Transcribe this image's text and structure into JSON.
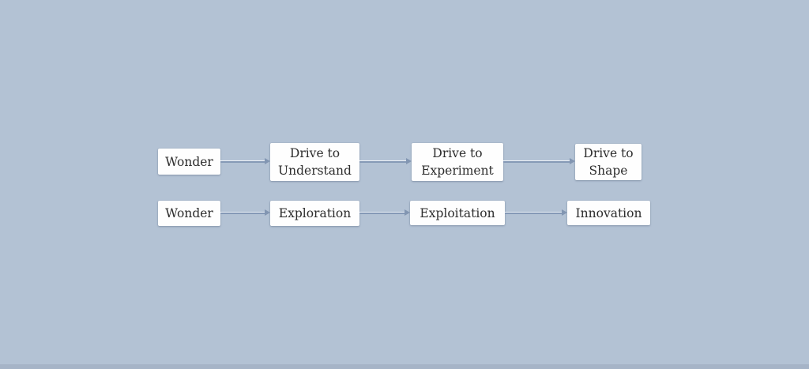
{
  "colors": {
    "background": "#b3c2d4",
    "node_fill": "#fefefe",
    "node_text": "#2d2d2d",
    "arrow_line": "#8599b6",
    "arrow_head": "#8296b2",
    "bottom_strip": "#a6b4c7"
  },
  "diagram": {
    "type": "flowchart",
    "rows": [
      {
        "nodes": [
          {
            "label": "Wonder"
          },
          {
            "label": "Drive to Understand"
          },
          {
            "label": "Drive to Experiment"
          },
          {
            "label": "Drive to Shape"
          }
        ]
      },
      {
        "nodes": [
          {
            "label": "Wonder"
          },
          {
            "label": "Exploration"
          },
          {
            "label": "Exploitation"
          },
          {
            "label": "Innovation"
          }
        ]
      }
    ],
    "edges": [
      {
        "row": 1,
        "from": "Wonder",
        "to": "Drive to Understand"
      },
      {
        "row": 1,
        "from": "Drive to Understand",
        "to": "Drive to Experiment"
      },
      {
        "row": 1,
        "from": "Drive to Experiment",
        "to": "Drive to Shape"
      },
      {
        "row": 2,
        "from": "Wonder",
        "to": "Exploration"
      },
      {
        "row": 2,
        "from": "Exploration",
        "to": "Exploitation"
      },
      {
        "row": 2,
        "from": "Exploitation",
        "to": "Innovation"
      }
    ]
  }
}
